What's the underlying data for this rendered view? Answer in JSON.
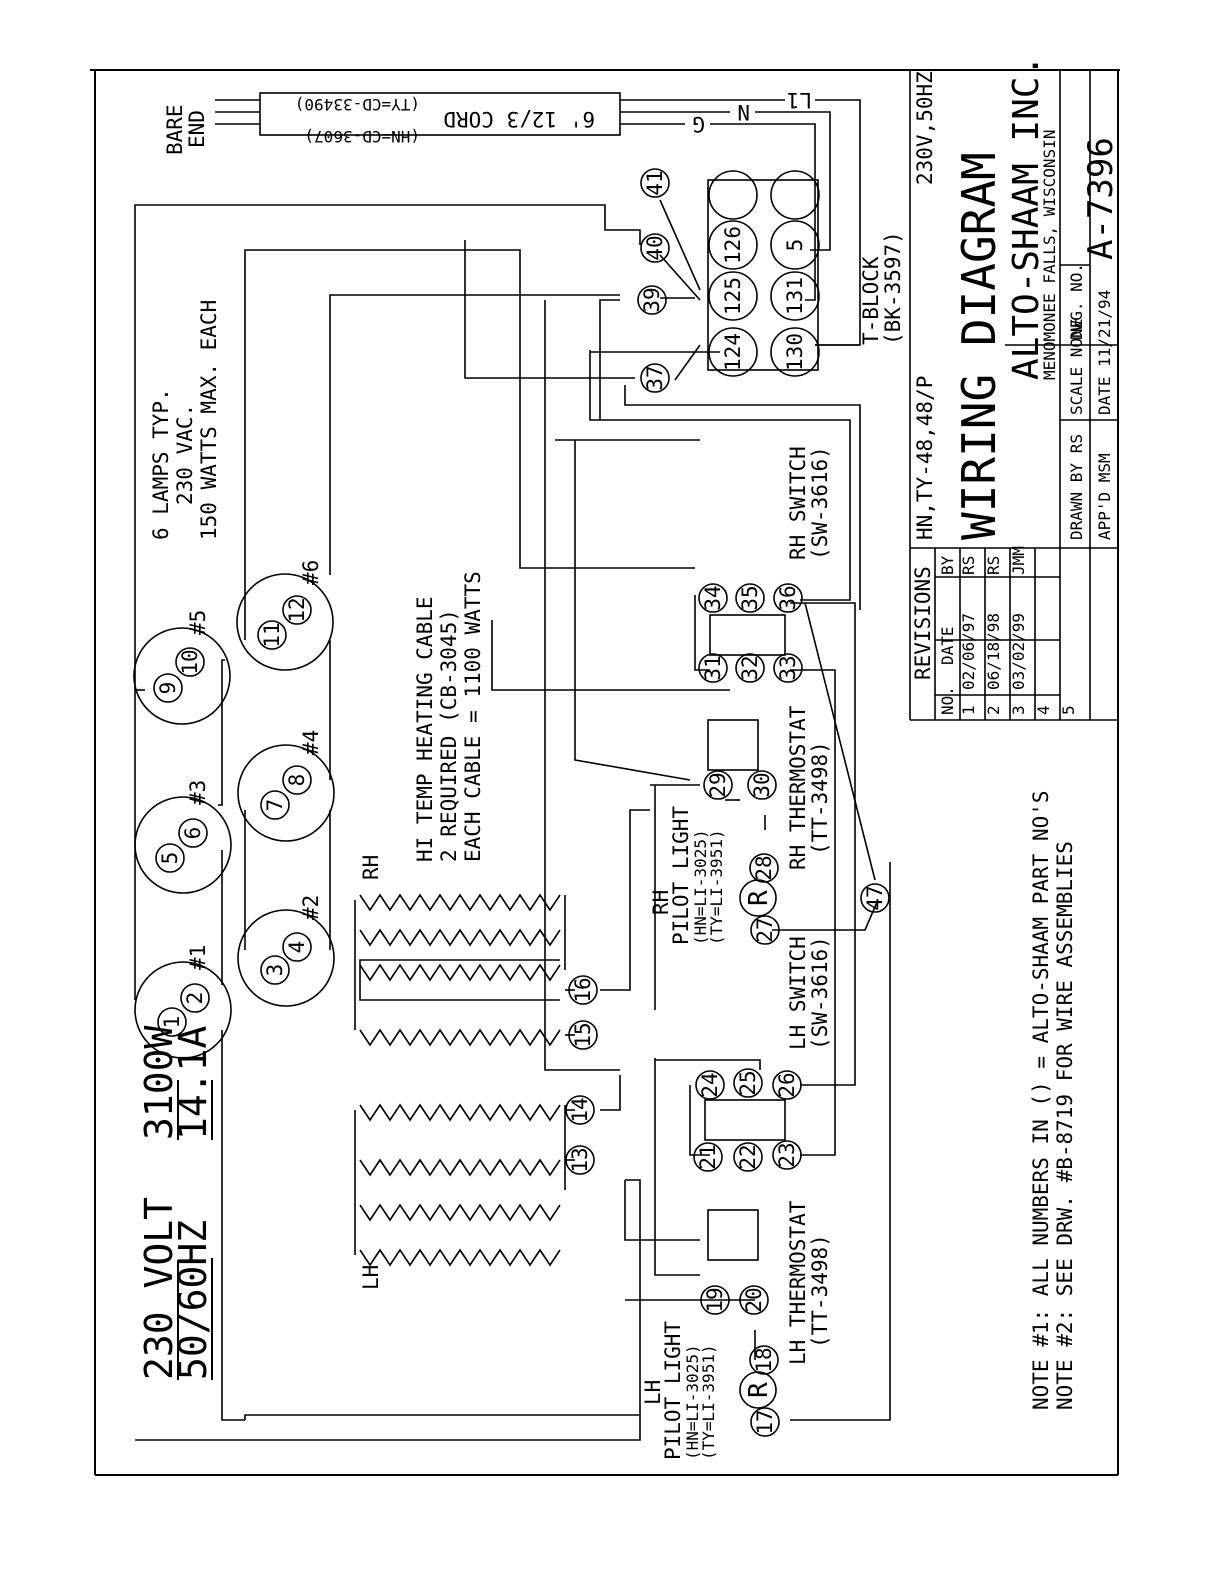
{
  "drawing": {
    "voltage": "230 VOLT",
    "frequency": "50/60HZ",
    "wattage": "3100W",
    "amperage": "14.1A",
    "lamps_note": [
      "6 LAMPS TYP.",
      "230 VAC.",
      "150 WATTS MAX. EACH"
    ],
    "cable_note": [
      "HI TEMP HEATING CABLE",
      "2 REQUIRED (CB-3045)",
      "EACH CABLE = 1100 WATTS"
    ],
    "cord_label": "6' 12/3 CORD",
    "cord_parts": [
      "(HN=CD-3607)",
      "(TY=CD-33490)"
    ],
    "bare_end": [
      "BARE",
      "END"
    ],
    "cord_taps": {
      "l1": "L1",
      "n": "N",
      "g": "G"
    },
    "tblock": [
      "T-BLOCK",
      "(BK-3597)"
    ],
    "rh_switch": [
      "RH SWITCH",
      "(SW-3616)"
    ],
    "lh_switch": [
      "LH SWITCH",
      "(SW-3616)"
    ],
    "rh_thermostat": [
      "RH THERMOSTAT",
      "(TT-3498)"
    ],
    "lh_thermostat": [
      "LH THERMOSTAT",
      "(TT-3498)"
    ],
    "rh_pilot": [
      "RH",
      "PILOT LIGHT",
      "(HN=LI-3025)",
      "(TY=LI-3951)"
    ],
    "lh_pilot": [
      "LH",
      "PILOT LIGHT",
      "(HN=LI-3025)",
      "(TY=LI-3951)"
    ],
    "rh_label": "RH",
    "lh_label": "LH",
    "pilot_mark": "R",
    "lamp_labels": [
      "#1",
      "#2",
      "#3",
      "#4",
      "#5",
      "#6"
    ],
    "notes": [
      "NOTE #1: ALL NUMBERS IN () = ALTO-SHAAM PART NO'S",
      "NOTE #2: SEE DRW. #B-8719 FOR WIRE ASSEMBLIES"
    ]
  },
  "terminals": {
    "lamps": [
      "1",
      "2",
      "3",
      "4",
      "5",
      "6",
      "7",
      "8",
      "9",
      "10",
      "11",
      "12"
    ],
    "cable": [
      "13",
      "14",
      "15",
      "16"
    ],
    "lh_pilot": [
      "17",
      "18"
    ],
    "lh_thermo": [
      "19",
      "20"
    ],
    "lh_switch": [
      "21",
      "22",
      "23",
      "24",
      "25",
      "26"
    ],
    "rh_pilot": [
      "27",
      "28"
    ],
    "rh_thermo": [
      "29",
      "30"
    ],
    "rh_switch": [
      "31",
      "32",
      "33",
      "34",
      "35",
      "36"
    ],
    "junctions": [
      "37",
      "39",
      "40",
      "41",
      "47"
    ],
    "tblock": [
      "124",
      "125",
      "126",
      "130",
      "131",
      "5"
    ]
  },
  "title_block": {
    "model": "HN,TY-48,48/P",
    "rating": "230V,50HZ",
    "title": "WIRING DIAGRAM",
    "company": "ALTO-SHAAM INC.",
    "location": "MENOMONEE FALLS, WISCONSIN",
    "revisions_title": "REVISIONS",
    "rev_headers": [
      "NO.",
      "DATE",
      "BY"
    ],
    "revisions": [
      {
        "no": "1",
        "date": "02/06/97",
        "by": "RS"
      },
      {
        "no": "2",
        "date": "06/18/98",
        "by": "RS"
      },
      {
        "no": "3",
        "date": "03/02/99",
        "by": "JMM"
      },
      {
        "no": "4",
        "date": "",
        "by": ""
      },
      {
        "no": "5",
        "date": "",
        "by": ""
      }
    ],
    "drawn_by": "DRAWN BY RS",
    "scale": "SCALE NONE",
    "dwg_label": "DWG. NO.",
    "appd": "APP'D MSM",
    "date": "DATE 11/21/94",
    "dwg_no": "A-7396"
  }
}
